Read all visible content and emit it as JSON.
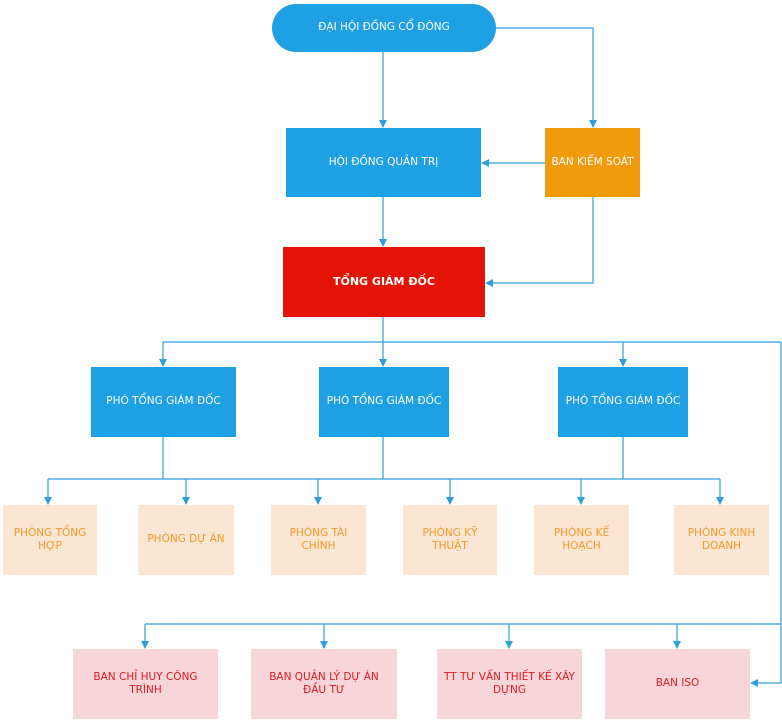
{
  "colors": {
    "connector": "#2e9fd8",
    "blue_box": "#1ea0e4",
    "orange_box": "#f19a0c",
    "red_box": "#e31405",
    "peach_box": "#fbe5d3",
    "peach_text": "#f19a29",
    "pink_box": "#f8d5d8",
    "pink_text": "#e01b22"
  },
  "org": {
    "shareholders": "ĐẠI HỘI ĐỒNG CỔ ĐÔNG",
    "board": "HỘI ĐỒNG QUẢN TRỊ",
    "supervisory": "BAN KIỂM SOÁT",
    "ceo": "TỔNG GIÁM ĐỐC",
    "deputies": [
      "PHÓ TỔNG GIÁM ĐỐC",
      "PHÓ TỔNG GIÁM ĐỐC",
      "PHÓ TỔNG GIÁM ĐỐC"
    ],
    "departments": [
      "PHÒNG TỔNG HỢP",
      "PHÒNG DỰ ÁN",
      "PHÒNG TÀI CHÍNH",
      "PHÒNG KỸ THUẬT",
      "PHÒNG KẾ HOẠCH",
      "PHÒNG KINH DOANH"
    ],
    "units": [
      "BAN CHỈ HUY CÔNG TRÌNH",
      "BAN QUẢN LÝ DỰ ÁN ĐẦU TƯ",
      "TT TƯ VẤN THIẾT KẾ XÂY DỰNG",
      "BAN ISO"
    ]
  }
}
